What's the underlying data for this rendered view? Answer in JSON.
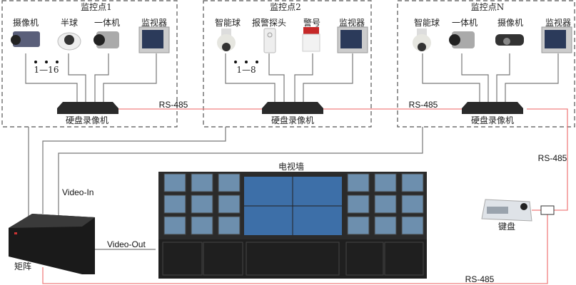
{
  "sites": [
    {
      "title": "监控点1",
      "devices": [
        "摄像机",
        "半球",
        "一体机",
        "监视器"
      ],
      "range": "1—16",
      "dvr": "硬盘录像机"
    },
    {
      "title": "监控点2",
      "devices": [
        "智能球",
        "报警探头",
        "警号",
        "监视器"
      ],
      "range": "1—8",
      "dvr": "硬盘录像机"
    },
    {
      "title": "监控点N",
      "devices": [
        "智能球",
        "一体机",
        "摄像机",
        "监视器"
      ],
      "dvr": "硬盘录像机"
    }
  ],
  "links": {
    "rs485": "RS-485",
    "video_in": "Video-In",
    "video_out": "Video-Out"
  },
  "tv_wall": "电视墙",
  "matrix": "矩阵",
  "keyboard": "键盘",
  "colors": {
    "rs485_line": "#f08080",
    "video_line": "#777777",
    "dashed_box": "#555555"
  }
}
